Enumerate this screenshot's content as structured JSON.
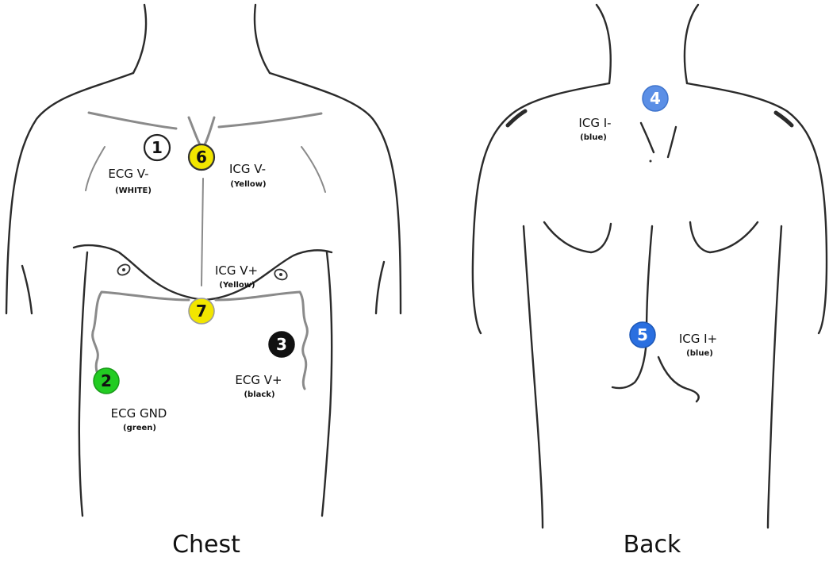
{
  "panels": {
    "chest": {
      "caption": "Chest"
    },
    "back": {
      "caption": "Back"
    }
  },
  "electrodes": [
    {
      "number": "1",
      "name": "ECG V-",
      "color": "(WHITE)",
      "fill": "#ffffff",
      "text_color": "#111111",
      "stroke": "#222222"
    },
    {
      "number": "2",
      "name": "ECG GND",
      "color": "(green)",
      "fill": "#22cc22",
      "text_color": "#111111",
      "stroke": "#1a9a1a"
    },
    {
      "number": "3",
      "name": "ECG V+",
      "color": "(black)",
      "fill": "#111111",
      "text_color": "#ffffff",
      "stroke": "#111111"
    },
    {
      "number": "4",
      "name": "ICG I-",
      "color": "(blue)",
      "fill": "#5b8fe6",
      "text_color": "#ffffff",
      "stroke": "#3f74cc"
    },
    {
      "number": "5",
      "name": "ICG I+",
      "color": "(blue)",
      "fill": "#2a6fe0",
      "text_color": "#ffffff",
      "stroke": "#1d58b8"
    },
    {
      "number": "6",
      "name": "ICG V-",
      "color": "(Yellow)",
      "fill": "#f2e600",
      "text_color": "#111111",
      "stroke": "#333333"
    },
    {
      "number": "7",
      "name": "ICG V+",
      "color": "(Yellow)",
      "fill": "#f2e600",
      "text_color": "#111111",
      "stroke": "#999999"
    }
  ]
}
